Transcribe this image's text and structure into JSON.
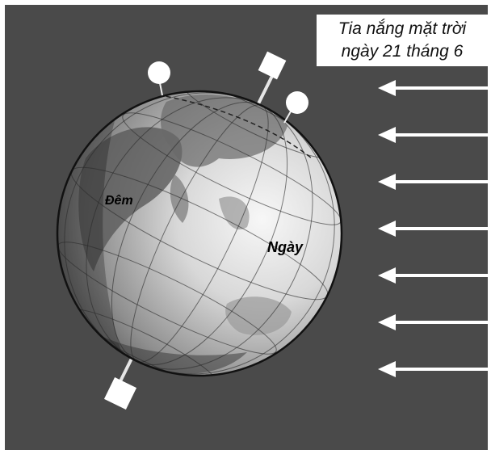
{
  "title": {
    "line1": "Tia nắng mặt trời",
    "line2": "ngày 21 tháng 6"
  },
  "labels": {
    "night": "Đêm",
    "day": "Ngày"
  },
  "colors": {
    "background": "#4a4a4a",
    "arrow": "#ffffff",
    "title_box": "#ffffff"
  },
  "sun_ray_count": 7
}
